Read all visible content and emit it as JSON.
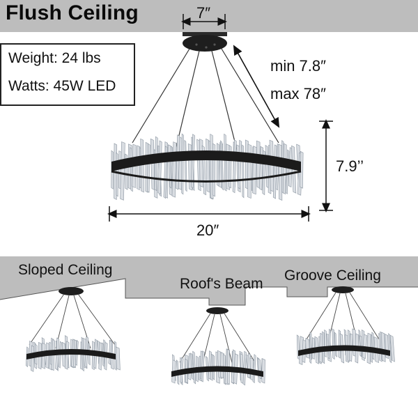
{
  "title": "Flush Ceiling",
  "specs": {
    "weight": "Weight: 24 lbs",
    "watts": "Watts: 45W LED"
  },
  "dimensions": {
    "canopy_width": "7″",
    "min_height": "min 7.8″",
    "max_height": "max 78″",
    "ring_height": "7.9’’",
    "ring_diameter": "20″"
  },
  "installations": [
    {
      "label": "Sloped Ceiling"
    },
    {
      "label": "Roof's Beam"
    },
    {
      "label": "Groove Ceiling"
    }
  ],
  "colors": {
    "ceiling": "#bdbdbd",
    "ring": "#1b1b1b",
    "crystal": "#d9dde2"
  }
}
